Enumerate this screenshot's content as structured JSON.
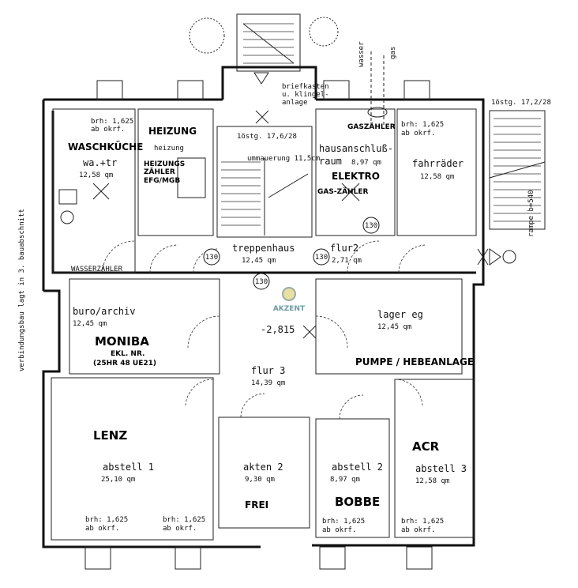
{
  "rooms": {
    "waschkuche": {
      "label": "WASCHKÜCHE",
      "sub": "wa.+tr",
      "area": "12,58 qm",
      "brh": "brh: 1,625",
      "okrf": "ab okrf."
    },
    "heizung": {
      "label": "HEIZUNG",
      "sub": "heizung",
      "note1": "HEIZUNGS",
      "note2": "ZÄHLER",
      "note3": "EFG/MGB"
    },
    "treppenhaus_top": {
      "label": "1östg. 17,6/28",
      "sub": "ummauerung 11,5cm"
    },
    "hausanschluss": {
      "label": "hausanschluß-",
      "label2": "raum",
      "area": "8,97 qm",
      "extra": "ELEKTRO",
      "gas": "GASZÄHLER",
      "gas2": "GAS-ZÄHLER"
    },
    "fahrrader": {
      "label": "fahrräder",
      "area": "12,58 qm",
      "brh": "brh: 1,625",
      "okrf": "ab okrf."
    },
    "treppenhaus": {
      "label": "treppenhaus",
      "area": "12,45 qm"
    },
    "flur2": {
      "label": "flur2",
      "area": "2,71 qm"
    },
    "buro": {
      "label": "buro/archiv",
      "area": "12,45 qm",
      "tenant": "MONIBA",
      "note": "(25HR 48 UE21)",
      "note0": "EKL. NR."
    },
    "lager": {
      "label": "lager eg",
      "area": "12,45 qm",
      "tenant": "PUMPE / HEBEANLAGE"
    },
    "flur3": {
      "label": "flur 3",
      "area": "14,39 qm",
      "level": "-2,815"
    },
    "abstell1": {
      "label": "abstell 1",
      "area": "25,10 qm",
      "tenant": "LENZ",
      "brh": "brh: 1,625",
      "okrf": "ab okrf.",
      "brh2": "brh: 1,625",
      "okrf2": "ab okrf."
    },
    "akten2": {
      "label": "akten 2",
      "area": "9,30 qm",
      "tenant": "FREI"
    },
    "abstell2": {
      "label": "abstell 2",
      "area": "8,97 qm",
      "tenant": "BOBBE",
      "brh": "brh: 1,625",
      "okrf": "ab okrf."
    },
    "abstell3": {
      "label": "abstell 3",
      "area": "12,58 qm",
      "tenant": "ACR",
      "brh": "brh: 1,625",
      "okrf": "ab okrf."
    }
  },
  "annotations": {
    "briefkasten1": "briefkasten",
    "briefkasten2": "u. klingel-",
    "briefkasten3": "anlage",
    "wasser": "wasser",
    "gas": "gas",
    "stair_right": "1östg. 17,2/28",
    "wasserzahler": "WASSERZÄHLER",
    "side_note": "verbindungsbau lagt in 3. bauabschnitt",
    "rampe": "rampe b=540",
    "door130a": "130",
    "door130b": "130",
    "door130c": "130",
    "door130d": "130",
    "logo": "AKZENT"
  }
}
